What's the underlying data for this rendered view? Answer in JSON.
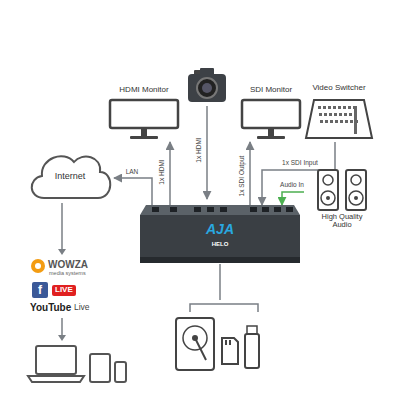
{
  "diagram": {
    "nodes": [
      {
        "text": [
          "HDMI Monitor"
        ]
      },
      {
        "text": [
          "SDI Monitor"
        ]
      },
      {
        "text": [
          "Video Switcher"
        ]
      },
      {
        "text": [
          "Internet"
        ]
      },
      {
        "text": [
          "High Quality Audio"
        ]
      },
      {
        "text": [
          "AJA",
          "HELO"
        ]
      }
    ],
    "edges": [
      {
        "from": 5,
        "to": 0,
        "arrow": "to",
        "label": "1x HDMI"
      },
      {
        "from": 5,
        "to": 1,
        "arrow": "to",
        "label": "1x SDI Output"
      },
      {
        "from": 2,
        "to": 5,
        "arrow": "to",
        "label": "1x SDI Input"
      },
      {
        "from": 5,
        "to": 3,
        "arrow": "to",
        "label": "LAN"
      },
      {
        "from": 4,
        "to": 5,
        "arrow": "to",
        "label": "Audio In"
      }
    ],
    "labels": [
      "1x HDMI",
      "WOWZA",
      "media systems",
      "f",
      "LIVE",
      "YouTube",
      "Live"
    ]
  }
}
